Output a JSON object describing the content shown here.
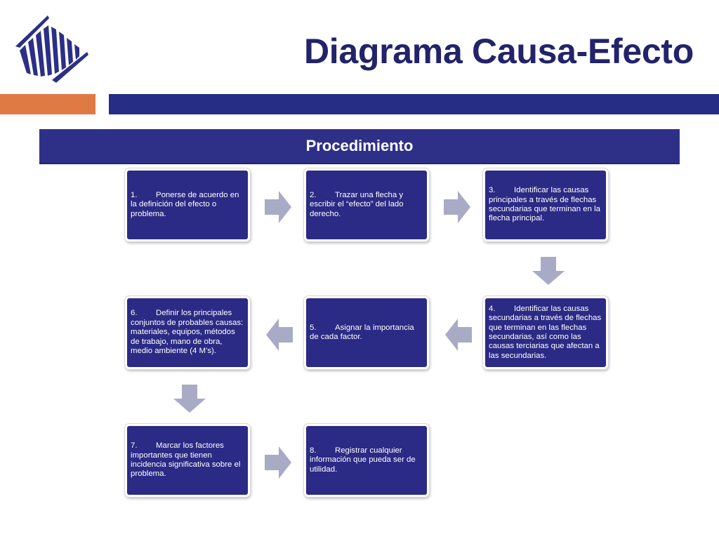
{
  "header": {
    "title": "Diagrama Causa-Efecto",
    "logo_icon": "stylized-wave-logo-icon"
  },
  "banner": {
    "label": "Procedimiento"
  },
  "colors": {
    "title": "#23236b",
    "accent_orange": "#e07a44",
    "navy_bar": "#262d85",
    "box_fill": "#2b2a85",
    "arrow": "#a8aac6"
  },
  "steps": [
    {
      "number": "1.",
      "text": "Ponerse de acuerdo en la definición del efecto o problema."
    },
    {
      "number": "2.",
      "text": "Trazar una flecha y escribir el “efecto” del lado derecho."
    },
    {
      "number": "3.",
      "text": "Identificar las causas principales a través de flechas secundarias que terminan en la flecha principal."
    },
    {
      "number": "4.",
      "text": "Identificar las causas secundarias a través de flechas que terminan en las flechas secundarias, así como las causas terciarias que afectan a las secundarias."
    },
    {
      "number": "5.",
      "text": "Asignar la importancia de cada factor."
    },
    {
      "number": "6.",
      "text": "Definir los principales conjuntos de probables causas: materiales, equipos, métodos de trabajo, mano de obra, medio ambiente (4 M’s)."
    },
    {
      "number": "7.",
      "text": "Marcar los factores importantes que tienen incidencia significativa sobre el problema."
    },
    {
      "number": "8.",
      "text": "Registrar cualquier información que pueda ser de utilidad."
    }
  ]
}
